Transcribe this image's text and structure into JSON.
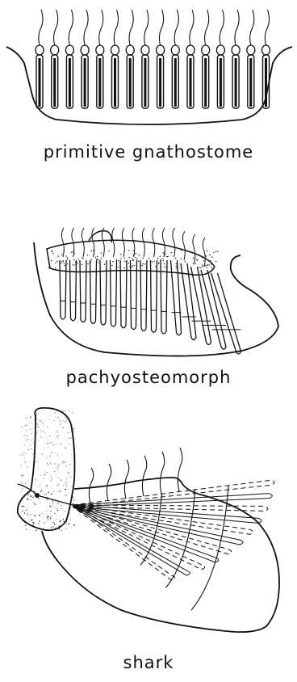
{
  "figure": {
    "labels": [
      "primitive gnathostome",
      "pachyosteomorph",
      "shark"
    ],
    "ink_color": "#111111",
    "background": "#ffffff"
  }
}
